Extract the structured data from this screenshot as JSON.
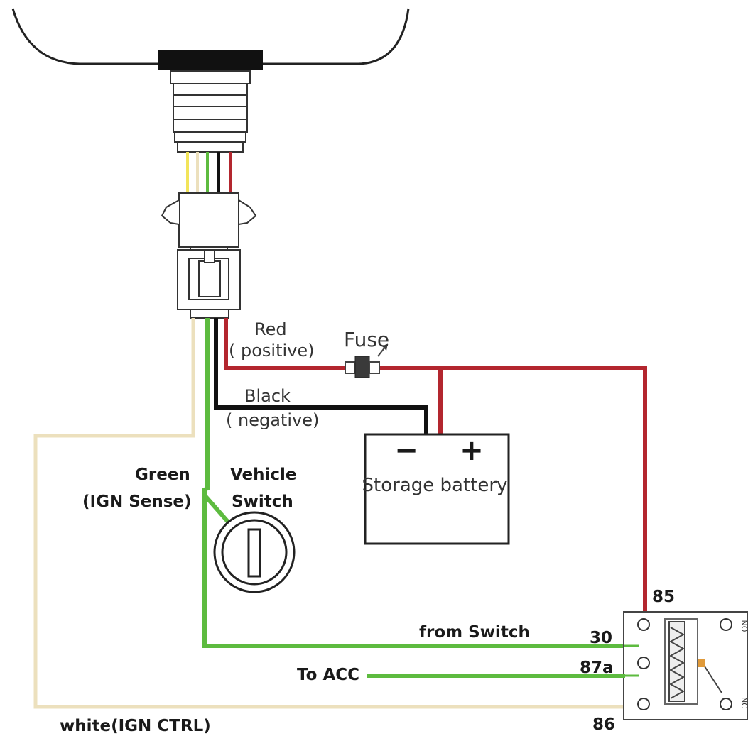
{
  "wire_labels": {
    "red_line1": "Red",
    "red_line2": "( positive)",
    "fuse": "Fuse",
    "black_line1": "Black",
    "black_line2": "( negative)",
    "green_line1": "Green",
    "green_line2": "(IGN Sense)",
    "white": "white(IGN CTRL)",
    "from_switch": "from Switch",
    "to_acc": "To ACC"
  },
  "battery": {
    "label": "Storage battery",
    "neg_symbol": "−",
    "pos_symbol": "+"
  },
  "switch": {
    "line1": "Vehicle",
    "line2": "Switch"
  },
  "relay": {
    "pin_85": "85",
    "pin_30": "30",
    "pin_87a": "87a",
    "pin_86": "86",
    "nc_top": "NO",
    "nc_bottom": "NC"
  },
  "colors": {
    "red": "#b3262e",
    "black": "#111111",
    "green": "#5dbb3f",
    "white": "#ece0bd",
    "yellow": "#f2e45a"
  }
}
